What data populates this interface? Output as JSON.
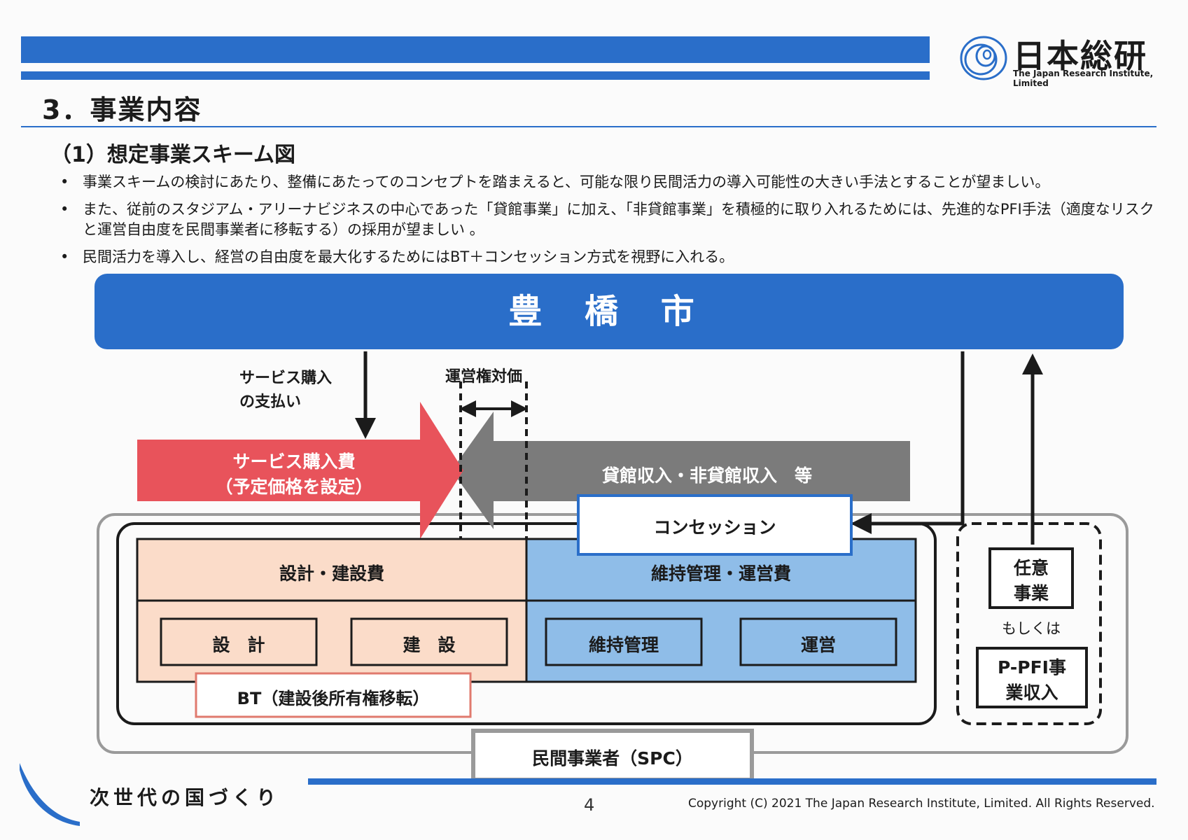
{
  "header": {
    "logo_name": "日本総研",
    "logo_sub": "The Japan Research Institute, Limited"
  },
  "section_title": "3．事業内容",
  "subsection_title": "（1）想定事業スキーム図",
  "bullets": [
    "事業スキームの検討にあたり、整備にあたってのコンセプトを踏まえると、可能な限り民間活力の導入可能性の大きい手法とすることが望ましい。",
    "また、従前のスタジアム・アリーナビジネスの中心であった「貸館事業」に加え、「非貸館事業」を積極的に取り入れるためには、先進的なPFI手法（適度なリスクと運営自由度を民間事業者に移転する）の採用が望ましい 。",
    "民間活力を導入し、経営の自由度を最大化するためにはBT＋コンセッション方式を視野に入れる。"
  ],
  "diagram": {
    "city": "豊 橋 市",
    "service_payment_line1": "サービス購入",
    "service_payment_line2": "の支払い",
    "concession_fee": "運営権対価",
    "service_fee_line1": "サービス購入費",
    "service_fee_line2": "（予定価格を設定）",
    "rental_income": "貸館収入・非貸館収入　等",
    "concession": "コンセッション",
    "design_build_cost": "設計・建設費",
    "maintenance_cost": "維持管理・運営費",
    "design": "設　計",
    "build": "建　設",
    "maintenance": "維持管理",
    "operation": "運営",
    "bt": "BT（建設後所有権移転）",
    "optional_line1": "任意",
    "optional_line2": "事業",
    "or": "もしくは",
    "ppfi_line1": "P-PFI事",
    "ppfi_line2": "業収入",
    "spc": "民間事業者（SPC）",
    "colors": {
      "blue": "#2a6ec9",
      "red": "#e8535b",
      "gray": "#7b7b7b",
      "peach": "#fbdcc9",
      "light_blue": "#8fbde8"
    }
  },
  "footer": {
    "slogan": "次世代の国づくり",
    "page": "4",
    "copyright": "Copyright (C) 2021 The Japan Research Institute, Limited. All Rights Reserved."
  }
}
